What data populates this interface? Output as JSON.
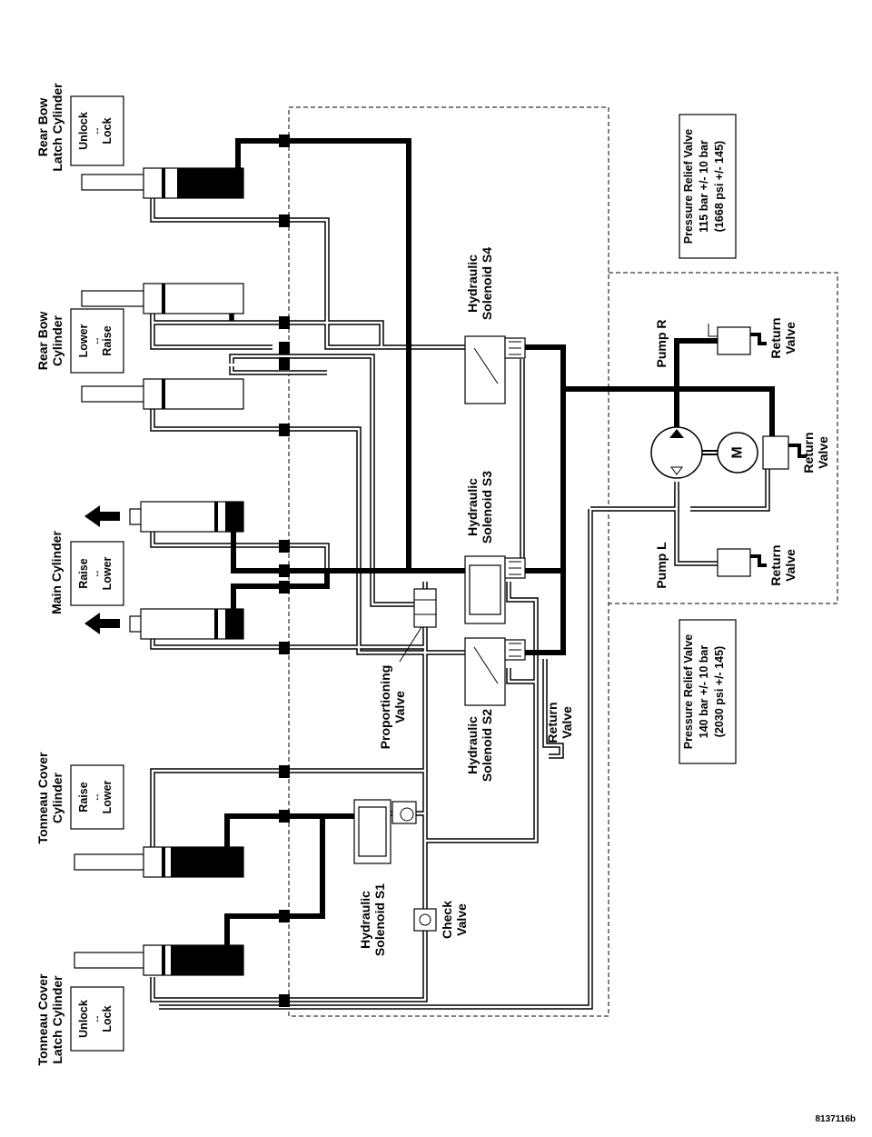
{
  "labels": {
    "rear_bow_latch_cylinder": "Rear Bow\nLatch Cylinder",
    "rear_bow_cylinder": "Rear Bow\nCylinder",
    "main_cylinder": "Main Cylinder",
    "tonneau_cover_cylinder": "Tonneau Cover\nCylinder",
    "tonneau_cover_latch_cylinder": "Tonneau Cover\nLatch Cylinder",
    "solenoid_s1": "Hydraulic\nSolenoid S1",
    "solenoid_s2": "Hydraulic\nSolenoid S2",
    "solenoid_s3": "Hydraulic\nSolenoid S3",
    "solenoid_s4": "Hydraulic\nSolenoid S4",
    "proportioning_valve": "Proportioning\nValve",
    "check_valve": "Check\nValve",
    "return_valve": "Return\nValve",
    "pump_r": "Pump R",
    "pump_l": "Pump L",
    "motor": "M"
  },
  "legend_boxes": {
    "rear_bow_latch": {
      "a": "Unlock",
      "b": "Lock"
    },
    "rear_bow": {
      "a": "Lower",
      "b": "Raise"
    },
    "main": {
      "a": "Raise",
      "b": "Lower"
    },
    "tonneau": {
      "a": "Raise",
      "b": "Lower"
    },
    "tonneau_latch": {
      "a": "Unlock",
      "b": "Lock"
    }
  },
  "relief_valves": {
    "upper": {
      "line1": "Pressure Relief Valve",
      "line2": "115 bar +/- 10 bar",
      "line3": "(1668 psi +/- 145)"
    },
    "lower": {
      "line1": "Pressure Relief Valve",
      "line2": "140 bar +/- 10 bar",
      "line3": "(2030 psi +/- 145)"
    }
  },
  "figure_id": "8137116b"
}
